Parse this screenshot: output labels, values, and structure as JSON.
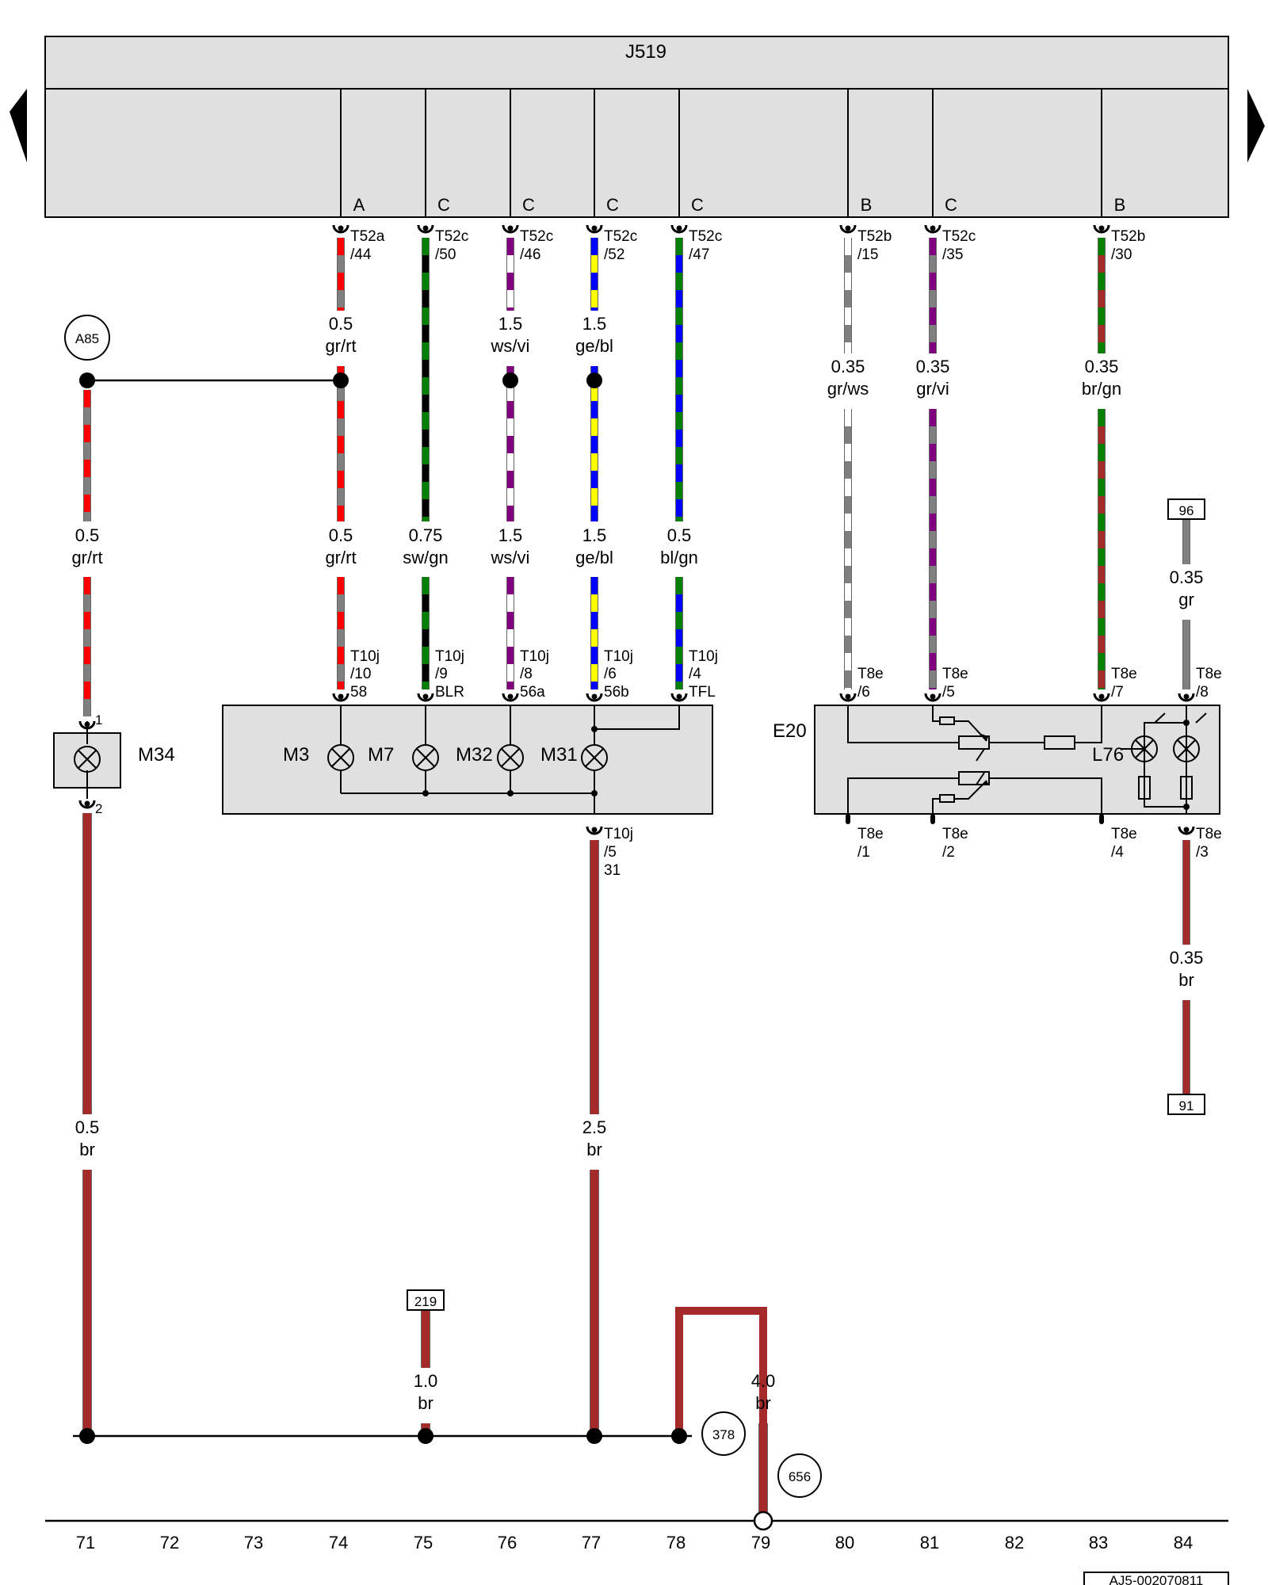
{
  "control_unit": {
    "name": "J519"
  },
  "nav": {
    "left": "previous-page",
    "right": "next-page"
  },
  "colors": {
    "gr": "#808080",
    "rt": "#ff0000",
    "sw": "#000000",
    "gn": "#008000",
    "ws": "#ffffff",
    "vi": "#800080",
    "ge": "#ffff00",
    "bl": "#0000ff",
    "br": "#a52a2a",
    "box": "#e0e0e0"
  },
  "top_pins": [
    {
      "letter": "A",
      "conn": "T52a",
      "pin": "/44"
    },
    {
      "letter": "C",
      "conn": "T52c",
      "pin": "/50"
    },
    {
      "letter": "C",
      "conn": "T52c",
      "pin": "/46"
    },
    {
      "letter": "C",
      "conn": "T52c",
      "pin": "/52"
    },
    {
      "letter": "C",
      "conn": "T52c",
      "pin": "/47"
    },
    {
      "letter": "B",
      "conn": "T52b",
      "pin": "/15"
    },
    {
      "letter": "C",
      "conn": "T52c",
      "pin": "/35"
    },
    {
      "letter": "B",
      "conn": "T52b",
      "pin": "/30"
    }
  ],
  "wire_labels": [
    {
      "size": "0.5",
      "color": "gr/rt"
    },
    {
      "size": "1.5",
      "color": "ws/vi"
    },
    {
      "size": "1.5",
      "color": "ge/bl"
    },
    {
      "size": "0.35",
      "color": "gr/ws"
    },
    {
      "size": "0.35",
      "color": "gr/vi"
    },
    {
      "size": "0.35",
      "color": "br/gn"
    },
    {
      "size": "0.5",
      "color": "gr/rt"
    },
    {
      "size": "0.5",
      "color": "gr/rt"
    },
    {
      "size": "0.75",
      "color": "sw/gn"
    },
    {
      "size": "1.5",
      "color": "ws/vi"
    },
    {
      "size": "1.5",
      "color": "ge/bl"
    },
    {
      "size": "0.5",
      "color": "bl/gn"
    },
    {
      "size": "0.35",
      "color": "gr"
    },
    {
      "size": "0.35",
      "color": "br"
    },
    {
      "size": "0.5",
      "color": "br"
    },
    {
      "size": "2.5",
      "color": "br"
    },
    {
      "size": "1.0",
      "color": "br"
    },
    {
      "size": "4.0",
      "color": "br"
    }
  ],
  "ref_circle": "A85",
  "lamp_unit_pins": [
    {
      "conn": "T10j",
      "pin": "/10",
      "term": "58"
    },
    {
      "conn": "T10j",
      "pin": "/9",
      "term": "BLR"
    },
    {
      "conn": "T10j",
      "pin": "/8",
      "term": "56a"
    },
    {
      "conn": "T10j",
      "pin": "/6",
      "term": "56b"
    },
    {
      "conn": "T10j",
      "pin": "/4",
      "term": "TFL"
    }
  ],
  "lamp_unit_ground": {
    "conn": "T10j",
    "pin": "/5",
    "term": "31"
  },
  "lamps": [
    "M3",
    "M7",
    "M32",
    "M31"
  ],
  "m34": {
    "name": "M34",
    "pin_top": "1",
    "pin_bottom": "2"
  },
  "e20": {
    "name": "E20",
    "lamp": "L76"
  },
  "e20_top_pins": [
    {
      "conn": "T8e",
      "pin": "/6"
    },
    {
      "conn": "T8e",
      "pin": "/5"
    },
    {
      "conn": "T8e",
      "pin": "/7"
    },
    {
      "conn": "T8e",
      "pin": "/8"
    }
  ],
  "e20_bottom_pins": [
    {
      "conn": "T8e",
      "pin": "/1"
    },
    {
      "conn": "T8e",
      "pin": "/2"
    },
    {
      "conn": "T8e",
      "pin": "/4"
    },
    {
      "conn": "T8e",
      "pin": "/3"
    }
  ],
  "refs": {
    "r96": "96",
    "r91": "91",
    "r219": "219",
    "c378": "378",
    "c656": "656"
  },
  "bottom_numbers": [
    "71",
    "72",
    "73",
    "74",
    "75",
    "76",
    "77",
    "78",
    "79",
    "80",
    "81",
    "82",
    "83",
    "84"
  ],
  "doc_id": "AJ5-002070811"
}
